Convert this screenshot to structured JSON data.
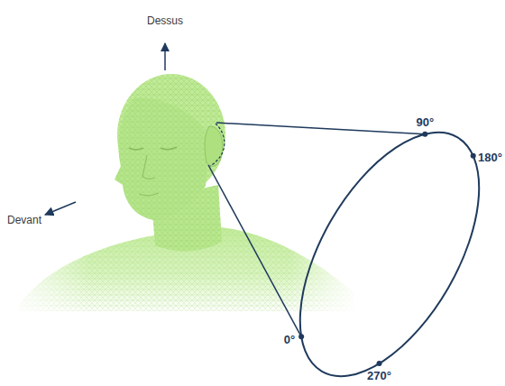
{
  "diagram": {
    "labels": [
      "Dessus",
      "Devant",
      "90°",
      "180°",
      "0°",
      "270°"
    ]
  }
}
